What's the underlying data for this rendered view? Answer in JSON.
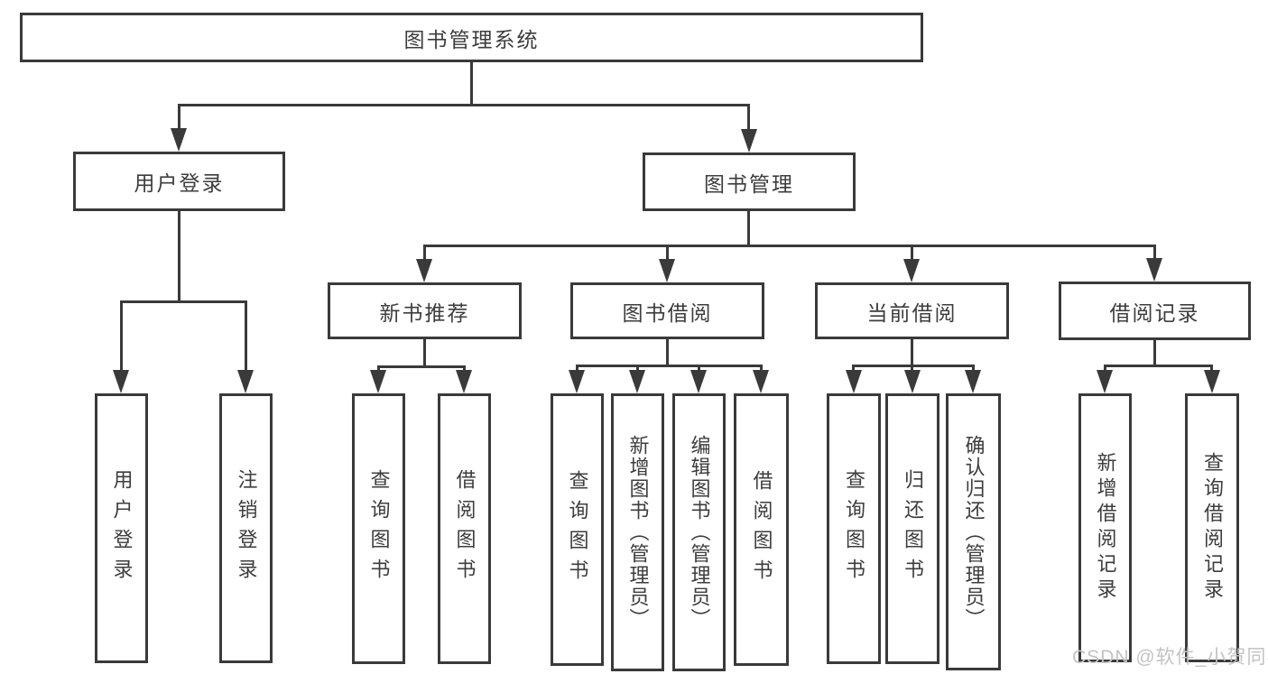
{
  "diagram": {
    "root": {
      "label": "图书管理系统"
    },
    "branches": [
      {
        "label": "用户登录",
        "children": [
          {
            "label": "用户登录"
          },
          {
            "label": "注销登录"
          }
        ]
      },
      {
        "label": "图书管理",
        "children": [
          {
            "label": "新书推荐",
            "children": [
              {
                "label": "查询图书"
              },
              {
                "label": "借阅图书"
              }
            ]
          },
          {
            "label": "图书借阅",
            "children": [
              {
                "label": "查询图书"
              },
              {
                "label": "新增图书（管理员）"
              },
              {
                "label": "编辑图书（管理员）"
              },
              {
                "label": "借阅图书"
              }
            ]
          },
          {
            "label": "当前借阅",
            "children": [
              {
                "label": "查询图书"
              },
              {
                "label": "归还图书"
              },
              {
                "label": "确认归还（管理员）"
              }
            ]
          },
          {
            "label": "借阅记录",
            "children": [
              {
                "label": "新增借阅记录"
              },
              {
                "label": "查询借阅记录"
              }
            ]
          }
        ]
      }
    ]
  },
  "watermark": {
    "text": "CSDN @软件_小贺同学"
  },
  "colors": {
    "line": "#3a3a3a",
    "text": "#3d3d3d",
    "watermark": "#c3c3c3",
    "background": "#ffffff"
  }
}
